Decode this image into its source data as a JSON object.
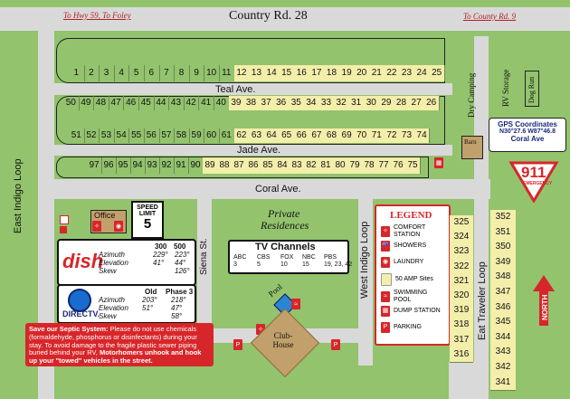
{
  "top_road": {
    "name": "Country Rd. 28",
    "to_left": "To Hwy 59, To Foley",
    "to_right": "To County Rd. 9"
  },
  "streets": {
    "teal": "Teal Ave.",
    "jade": "Jade Ave.",
    "coral": "Coral Ave.",
    "east_indigo": "East Indigo Loop",
    "west_indigo": "West Indigo Loop",
    "east_traveler": "Eat Traveler Loop",
    "siena": "Siena St.",
    "office": "Office"
  },
  "private": {
    "line1": "Private",
    "line2": "Residences"
  },
  "side_labels": {
    "dry_camping": "Dry Camping",
    "rv_storage": "RV Storage",
    "dog_run": "Dog Run",
    "barn": "Barn"
  },
  "gps": {
    "title": "GPS Coordinates",
    "coords": "N30°27.6 W87°46.8",
    "place": "Coral Ave"
  },
  "emergency": {
    "number": "911",
    "text": "EMERGENCY"
  },
  "north": "NORTH",
  "speed": {
    "line1": "SPEED",
    "line2": "LIMIT",
    "value": "5"
  },
  "pool": "Pool",
  "clubhouse": "Club-House",
  "rows": {
    "row1": [
      "1",
      "2",
      "3",
      "4",
      "5",
      "6",
      "7",
      "8",
      "9",
      "10",
      "11",
      "12",
      "13",
      "14",
      "15",
      "16",
      "17",
      "18",
      "19",
      "20",
      "21",
      "22",
      "23",
      "24",
      "25"
    ],
    "row2": [
      "50",
      "49",
      "48",
      "47",
      "46",
      "45",
      "44",
      "43",
      "42",
      "41",
      "40",
      "39",
      "38",
      "37",
      "36",
      "35",
      "34",
      "33",
      "32",
      "31",
      "30",
      "29",
      "28",
      "27",
      "26"
    ],
    "row3": [
      "51",
      "52",
      "53",
      "54",
      "55",
      "56",
      "57",
      "58",
      "59",
      "60",
      "61",
      "62",
      "63",
      "64",
      "65",
      "66",
      "67",
      "68",
      "69",
      "70",
      "71",
      "72",
      "73",
      "74"
    ],
    "row4": [
      "97",
      "96",
      "95",
      "94",
      "93",
      "92",
      "91",
      "90",
      "89",
      "88",
      "87",
      "86",
      "85",
      "84",
      "83",
      "82",
      "81",
      "80",
      "79",
      "78",
      "77",
      "76",
      "75"
    ],
    "col1": [
      "325",
      "324",
      "323",
      "322",
      "321",
      "320",
      "319",
      "318",
      "317",
      "316"
    ],
    "col2": [
      "352",
      "351",
      "350",
      "349",
      "348",
      "347",
      "346",
      "345",
      "344",
      "343",
      "342",
      "341"
    ]
  },
  "dish": {
    "logo": "dish",
    "h1": "300",
    "h2": "500",
    "rows": [
      [
        "Azimuth",
        "229°",
        "223°"
      ],
      [
        "Elevation",
        "41°",
        "44°"
      ],
      [
        "Skew",
        "",
        "126°"
      ]
    ]
  },
  "directv": {
    "logo": "DIRECTV.",
    "h1": "Old",
    "h2": "Phase 3",
    "rows": [
      [
        "Azimuth",
        "203°",
        "218°"
      ],
      [
        "Elevation",
        "51°",
        "47°"
      ],
      [
        "Skew",
        "",
        "58°"
      ]
    ]
  },
  "tv": {
    "title": "TV Channels",
    "cols": [
      [
        "ABC",
        "3"
      ],
      [
        "CBS",
        "5"
      ],
      [
        "FOX",
        "10"
      ],
      [
        "NBC",
        "15"
      ],
      [
        "PBS",
        "19, 23, 42"
      ]
    ]
  },
  "legend": {
    "title": "LEGEND",
    "items": [
      "COMFORT STATION",
      "SHOWERS",
      "LAUNDRY",
      "50 AMP Sites",
      "SWIMMING POOL",
      "DUMP STATION",
      "PARKING"
    ]
  },
  "septic": {
    "p1_bold": "Save our Septic System:",
    "p1": " Please do not use chemicals (formaldehyde, phosphorus or disinfectants) during your stay. To avoid damage to the fragile plastic sewer piping buried behind your RV,",
    "p2_bold": " Motorhomers unhook and hook up your \"towed\" vehicles in the street."
  },
  "colors": {
    "grass": "#93c36d",
    "road": "#d9d9d9",
    "amp50": "#f4eeab",
    "red": "#d7262a",
    "navy": "#1a2a7a"
  }
}
